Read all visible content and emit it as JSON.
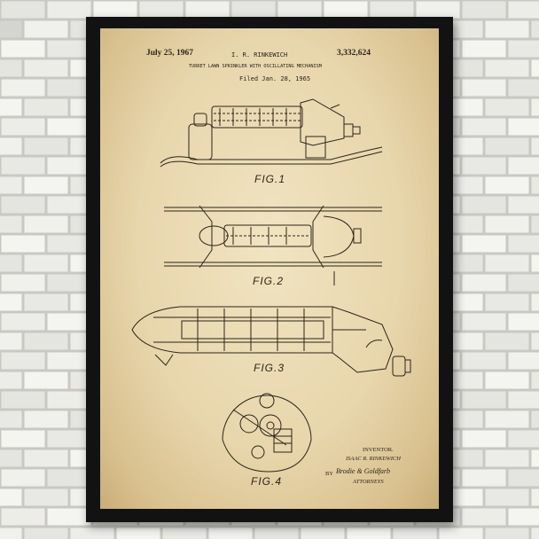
{
  "patent": {
    "date": "July 25, 1967",
    "inventor_header": "I. R. RINKEWICH",
    "number": "3,332,624",
    "title": "TURRET LAWN SPRINKLER WITH OSCILLATING MECHANISM",
    "filed": "Filed Jan. 28, 1965"
  },
  "figures": [
    "FIG.1",
    "FIG.2",
    "FIG.3",
    "FIG.4"
  ],
  "credits": {
    "inventor_label": "INVENTOR.",
    "inventor_name": "ISAAC R. RINKEWICH",
    "by": "BY",
    "attorneys_signature": "Brodie & Goldfarb",
    "attorneys_label": "ATTORNEYS"
  },
  "colors": {
    "paper": "#ecdcb4",
    "ink": "#2c2418",
    "frame": "#121212",
    "brick": "#e9e8e4"
  }
}
